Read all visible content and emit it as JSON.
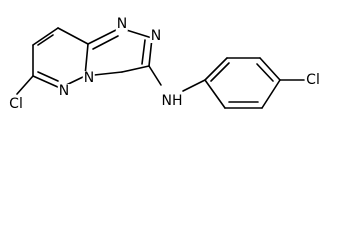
{
  "molecule": {
    "atoms": {
      "cl_left": "Cl",
      "n_pyridazine": "N",
      "n_bridge": "N",
      "n_triazole_top": "N",
      "n_triazole_right": "N",
      "nh": "NH",
      "cl_right": "Cl"
    }
  }
}
